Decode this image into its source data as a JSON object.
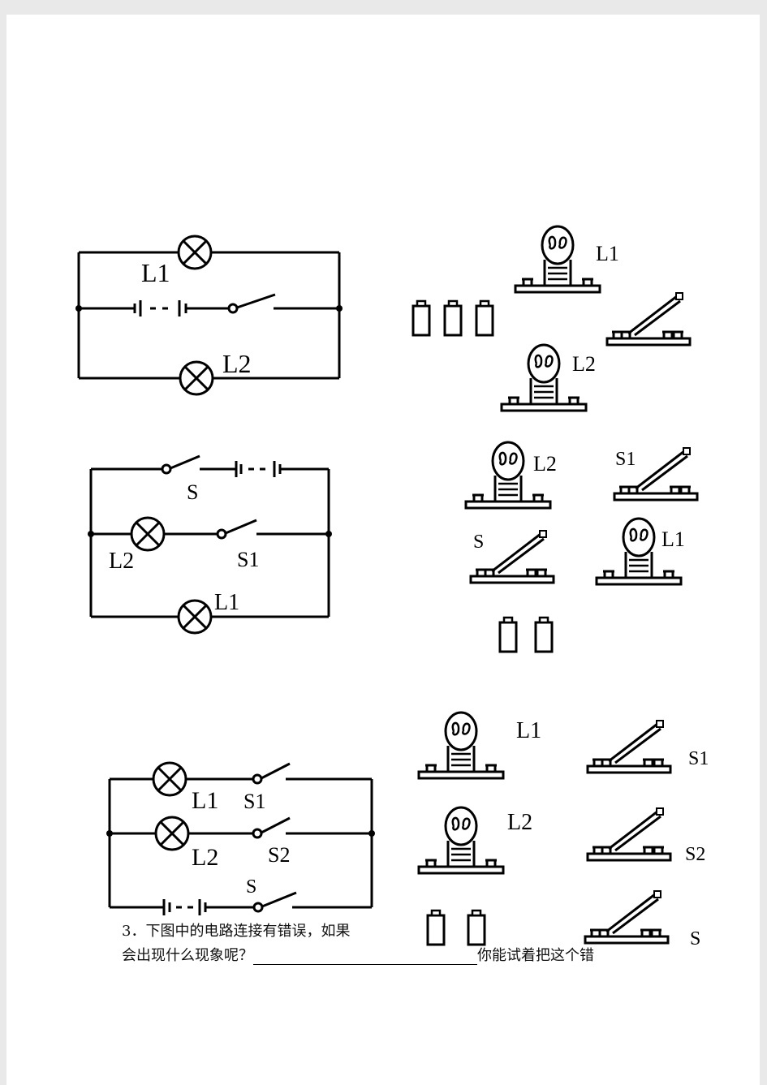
{
  "circuit1": {
    "lamp_top_label": "L1",
    "lamp_bottom_label": "L2"
  },
  "components1": {
    "lamp_a_label": "L1",
    "lamp_b_label": "L2"
  },
  "circuit2": {
    "switch_top_label": "S",
    "switch_mid_label": "S1",
    "lamp_mid_label": "L2",
    "lamp_bottom_label": "L1"
  },
  "components2": {
    "lamp_a_label": "L2",
    "switch_a_label": "S1",
    "switch_b_label": "S",
    "lamp_b_label": "L1"
  },
  "circuit3": {
    "lamp_top_label": "L1",
    "switch_top_label": "S1",
    "lamp_mid_label": "L2",
    "switch_mid_label": "S2",
    "switch_bottom_label": "S"
  },
  "components3": {
    "lamp_a_label": "L1",
    "switch_a_label": "S1",
    "lamp_b_label": "L2",
    "switch_b_label": "S2",
    "switch_c_label": "S"
  },
  "question": {
    "line1": "3．下图中的电路连接有错误，如果",
    "line2_before": "会出现什么现象呢？",
    "line2_after": "你能试着把这个错"
  }
}
